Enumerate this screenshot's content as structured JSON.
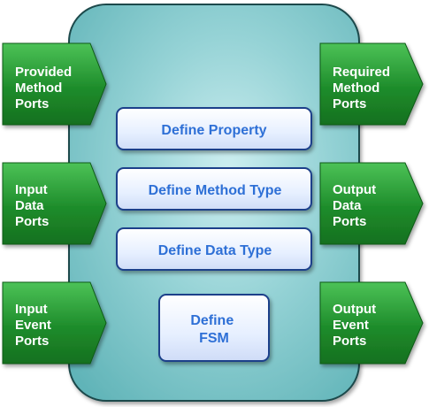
{
  "colors": {
    "container_fill": "#7fc9cc",
    "container_stroke": "#1d4a4c",
    "port_fill": "#1f8a2c",
    "port_light": "#4fc15a",
    "box_text": "#2f6fd6",
    "box_fill": "#eaf2ff"
  },
  "left_ports": [
    {
      "id": "provided-method-ports",
      "lines": [
        "Provided",
        "Method",
        "Ports"
      ]
    },
    {
      "id": "input-data-ports",
      "lines": [
        "Input",
        "Data",
        "Ports"
      ]
    },
    {
      "id": "input-event-ports",
      "lines": [
        "Input",
        "Event",
        "Ports"
      ]
    }
  ],
  "right_ports": [
    {
      "id": "required-method-ports",
      "lines": [
        "Required",
        "Method",
        "Ports"
      ]
    },
    {
      "id": "output-data-ports",
      "lines": [
        "Output",
        "Data",
        "Ports"
      ]
    },
    {
      "id": "output-event-ports",
      "lines": [
        "Output",
        "Event",
        "Ports"
      ]
    }
  ],
  "boxes": [
    {
      "id": "define-property",
      "lines": [
        "Define Property"
      ]
    },
    {
      "id": "define-method-type",
      "lines": [
        "Define Method Type"
      ]
    },
    {
      "id": "define-data-type",
      "lines": [
        "Define Data Type"
      ]
    },
    {
      "id": "define-fsm",
      "lines": [
        "Define",
        "FSM"
      ]
    }
  ]
}
